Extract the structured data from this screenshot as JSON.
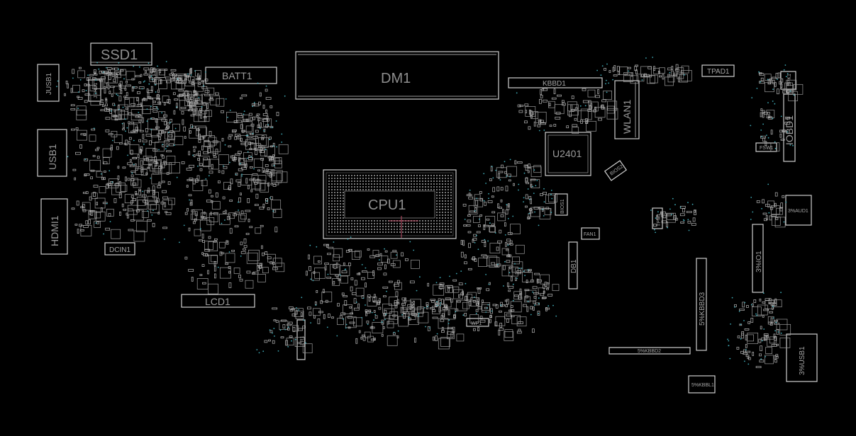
{
  "labels": {
    "ssd": "SSD1",
    "batt": "BATT1",
    "dimm": "DM1",
    "kbbd1": "KBBD1",
    "tpad": "TPAD1",
    "spk": "SPK1",
    "jusb": "JUSB1",
    "usb1": "USB1",
    "hdmi": "HDMI1",
    "dcin": "DCIN1",
    "lcd": "LCD1",
    "cpu": "CPU1",
    "wlan": "WLAN1",
    "u2401": "U2401",
    "bios2": "BIOS2",
    "bios1": "BIOS1",
    "iobd": "IOBD1",
    "fsw": "FSW1",
    "aud": "3%AUD1",
    "io1": "3%IO1",
    "fan": "FAN1",
    "db1": "DB1",
    "kbbd3": "5%KBBD3",
    "kbbd2": "5%KBBD2",
    "usb3": "3%USB1",
    "kbbl": "5%KBBL1",
    "wp1": "WP1",
    "pr1": "PR1",
    "tpm": "TPM1",
    "shd": "JSHD1"
  },
  "colors": {
    "background": "#000000",
    "outline": "#9a9a9a",
    "via": "#3fa9b5",
    "pad": "#bdbdbd"
  }
}
